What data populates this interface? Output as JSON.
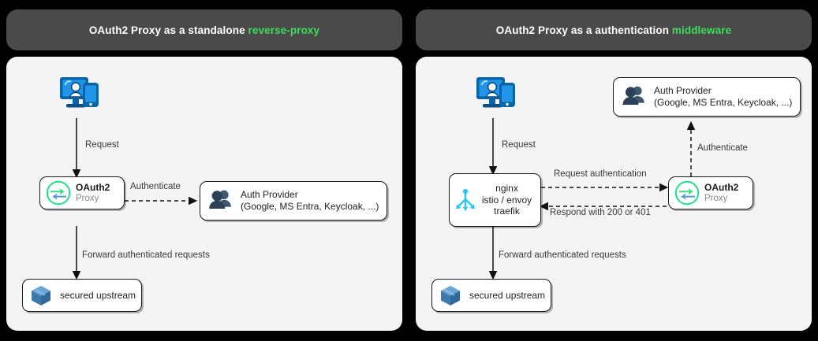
{
  "diagram": {
    "background_color": "#000000",
    "panel_background": "#f4f4f4",
    "header_background": "#4a4a4a",
    "accent_color": "#3ddc5b"
  },
  "panels": [
    {
      "id": "standalone-reverse-proxy",
      "header": {
        "prefix": "OAuth2 Proxy as a standalone ",
        "accent": "reverse-proxy"
      },
      "nodes": [
        {
          "id": "client",
          "icon": "client-devices-icon",
          "label": ""
        },
        {
          "id": "oauth2-proxy",
          "icon": "oauth2-proxy-logo-icon",
          "title": "OAuth2",
          "subtitle": "Proxy"
        },
        {
          "id": "auth-provider",
          "icon": "auth-provider-users-icon",
          "line1": "Auth Provider",
          "line2": "(Google, MS Entra, Keycloak, ...)"
        },
        {
          "id": "secured-upstream",
          "icon": "cube-icon",
          "label": "secured upstream"
        }
      ],
      "edges": [
        {
          "id": "client-to-proxy",
          "label": "Request",
          "style": "solid"
        },
        {
          "id": "proxy-to-auth-provider",
          "label": "Authenticate",
          "style": "dashed"
        },
        {
          "id": "proxy-to-upstream",
          "label": "Forward authenticated requests",
          "style": "solid"
        }
      ]
    },
    {
      "id": "authentication-middleware",
      "header": {
        "prefix": "OAuth2 Proxy as a authentication ",
        "accent": "middleware"
      },
      "nodes": [
        {
          "id": "client",
          "icon": "client-devices-icon",
          "label": ""
        },
        {
          "id": "ingress",
          "icon": "istio-arrows-icon",
          "line1": "nginx",
          "line2": "istio / envoy",
          "line3": "traefik"
        },
        {
          "id": "oauth2-proxy",
          "icon": "oauth2-proxy-logo-icon",
          "title": "OAuth2",
          "subtitle": "Proxy"
        },
        {
          "id": "auth-provider",
          "icon": "auth-provider-users-icon",
          "line1": "Auth Provider",
          "line2": "(Google, MS Entra, Keycloak, ...)"
        },
        {
          "id": "secured-upstream",
          "icon": "cube-icon",
          "label": "secured upstream"
        }
      ],
      "edges": [
        {
          "id": "client-to-ingress",
          "label": "Request",
          "style": "solid"
        },
        {
          "id": "ingress-to-proxy",
          "label": "Request authentication",
          "style": "dashed"
        },
        {
          "id": "proxy-to-ingress",
          "label": "Respond with 200 or 401",
          "style": "dashed"
        },
        {
          "id": "proxy-to-auth-provider",
          "label": "Authenticate",
          "style": "dashed"
        },
        {
          "id": "ingress-to-upstream",
          "label": "Forward authenticated requests",
          "style": "solid"
        }
      ]
    }
  ]
}
